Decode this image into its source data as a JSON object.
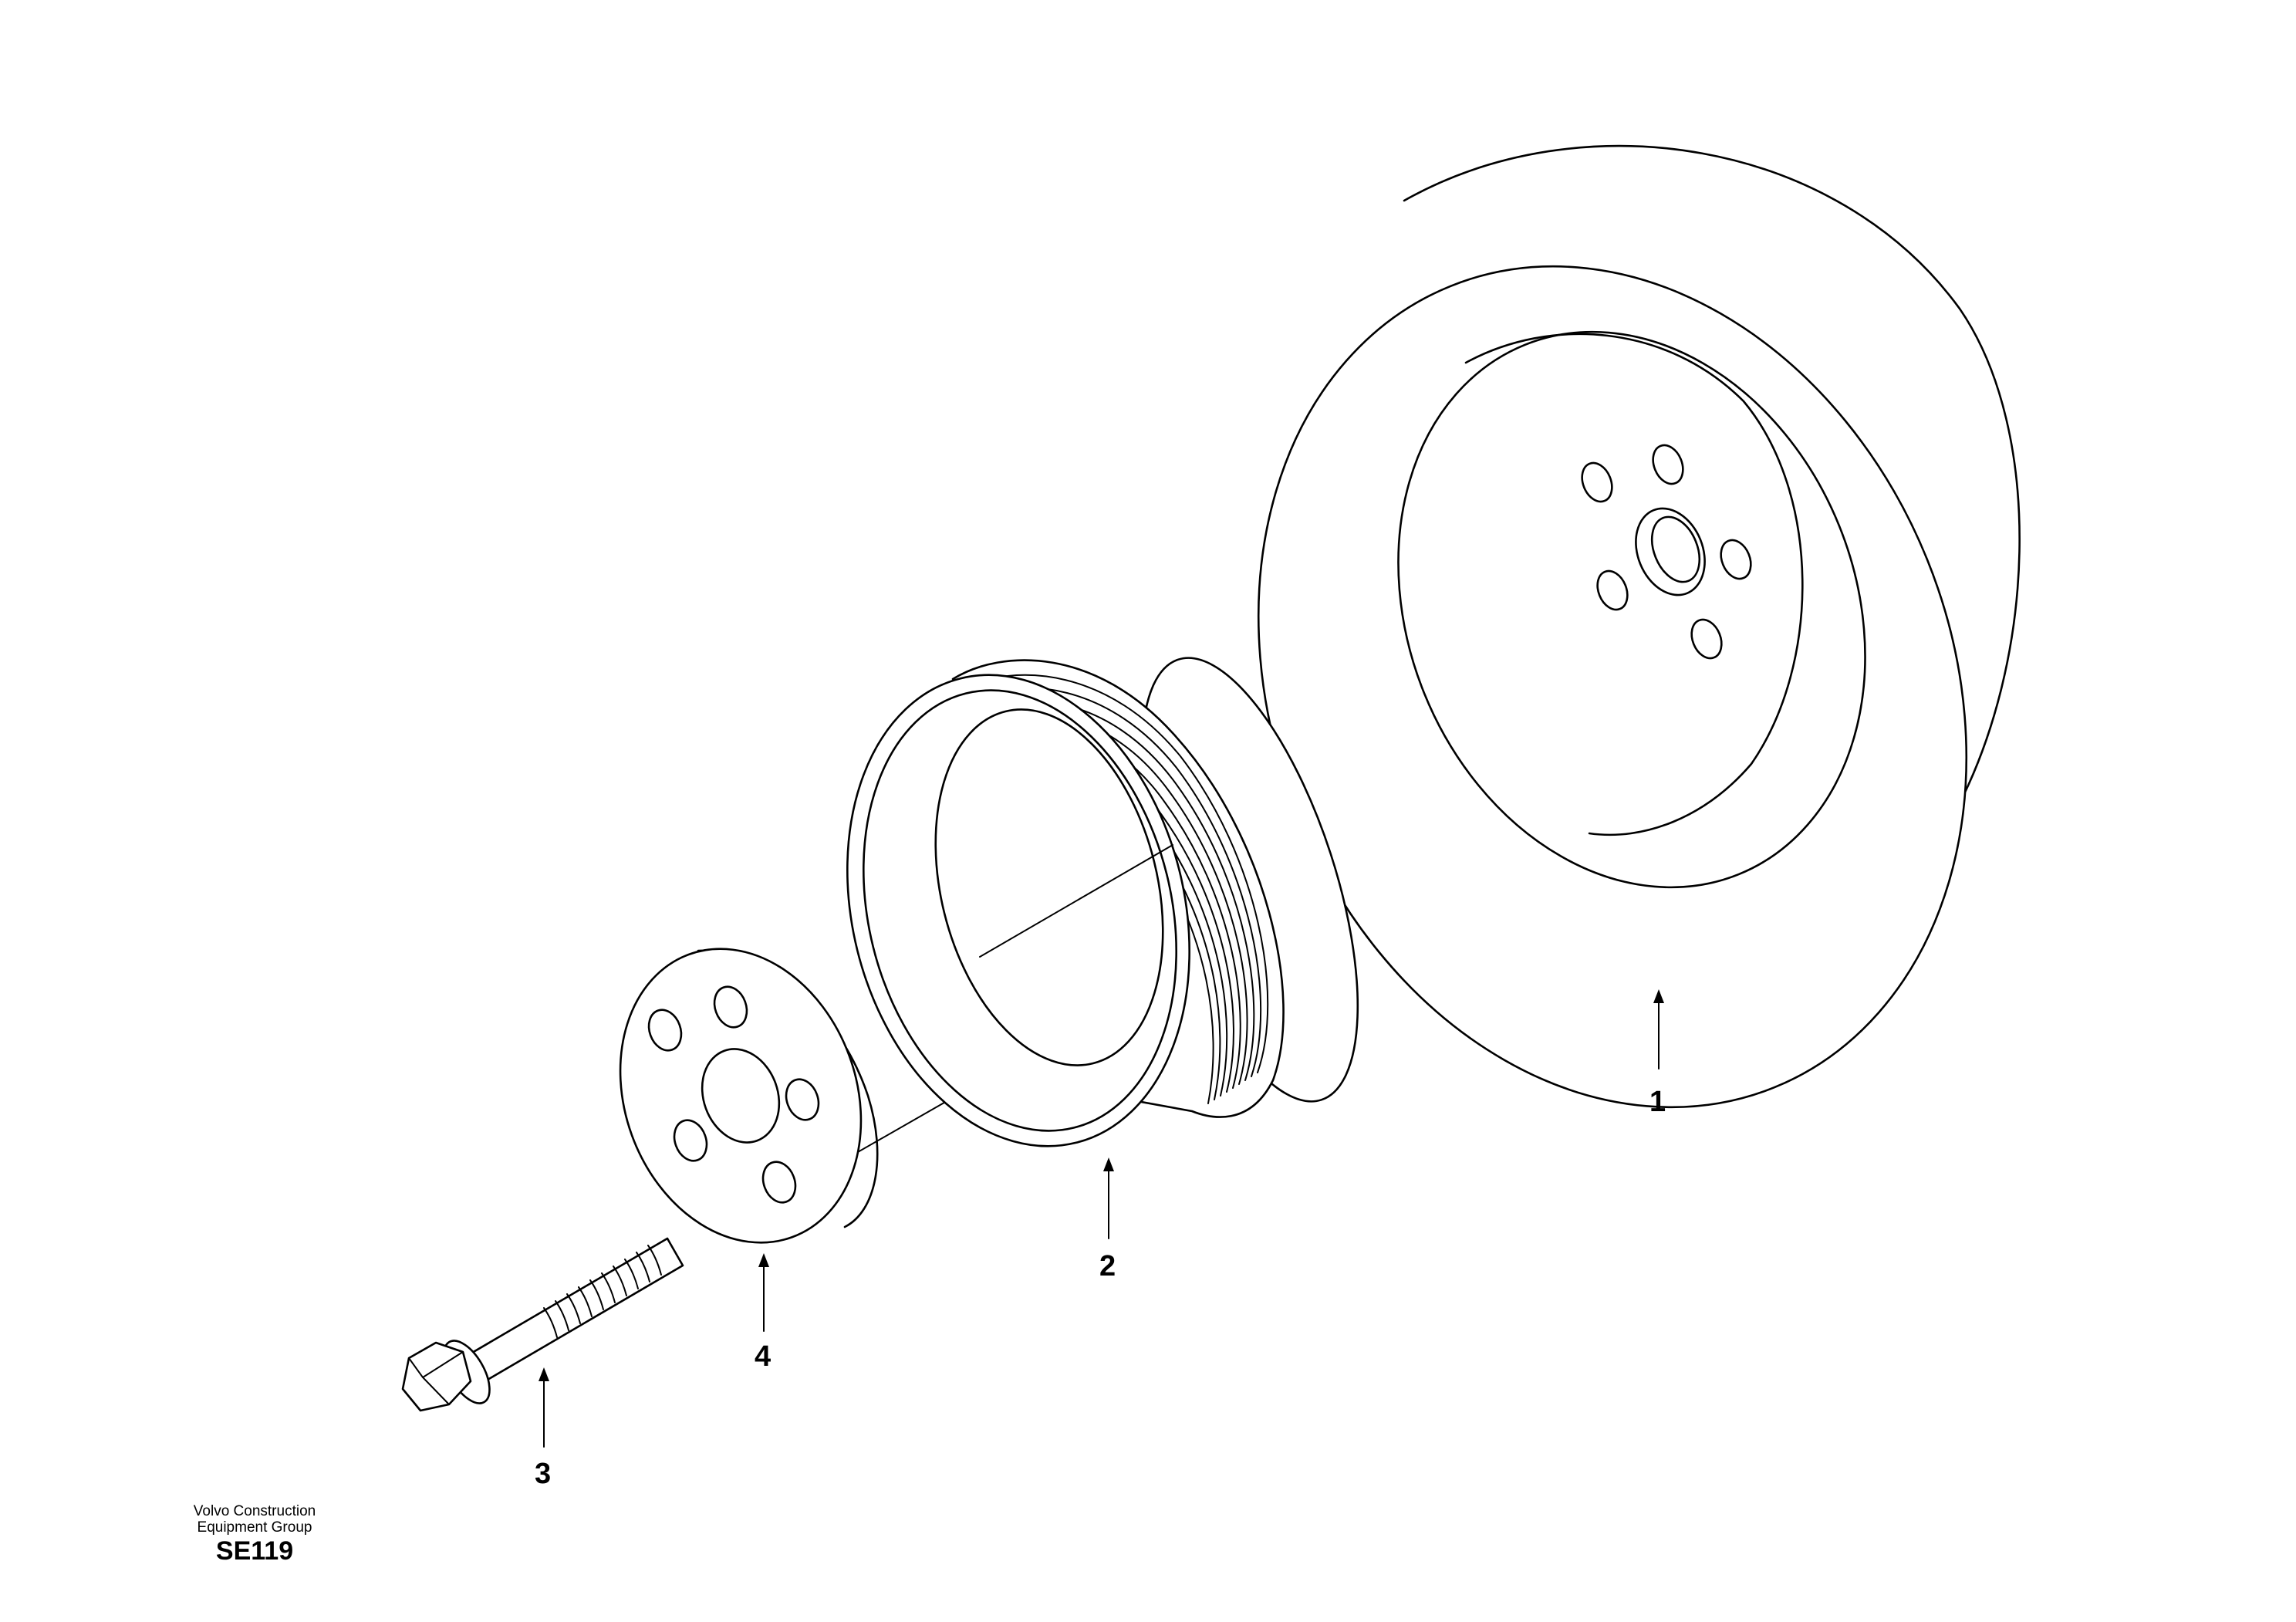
{
  "diagram": {
    "callouts": {
      "item_1": "1",
      "item_2": "2",
      "item_3": "3",
      "item_4": "4"
    },
    "colors": {
      "line": "#000000",
      "background": "#ffffff"
    }
  },
  "footer": {
    "org_line_1": "Volvo Construction",
    "org_line_2": "Equipment Group",
    "code": "SE119"
  }
}
